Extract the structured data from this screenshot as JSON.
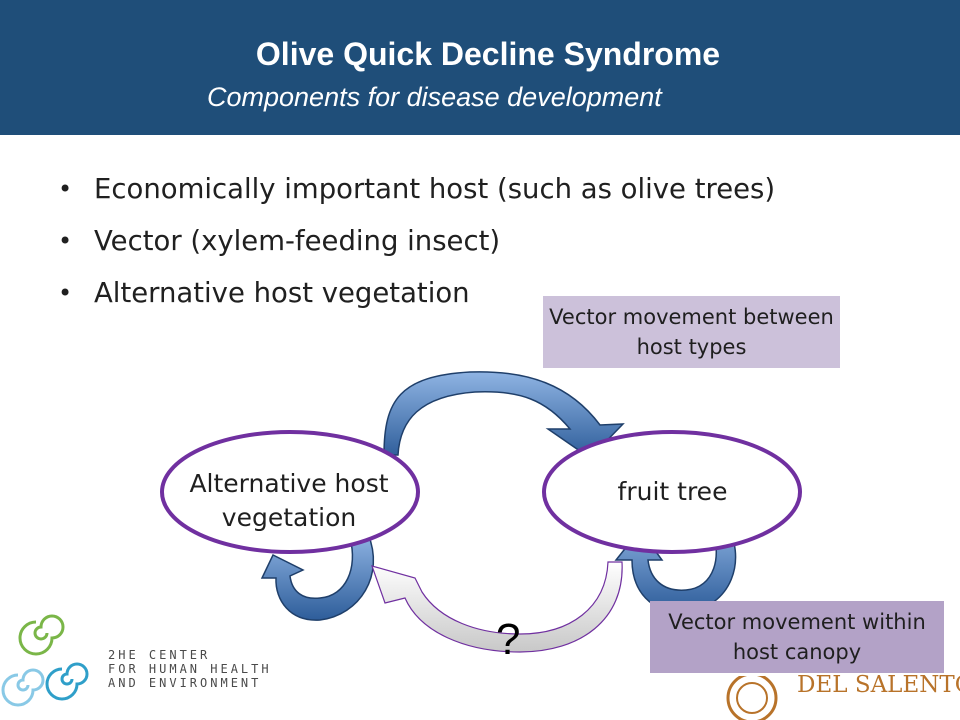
{
  "header": {
    "title": "Olive Quick Decline Syndrome",
    "subtitle": "Components for disease development"
  },
  "bullets": [
    "Economically important host (such as olive trees)",
    "Vector (xylem-feeding insect)",
    "Alternative host vegetation"
  ],
  "diagram": {
    "node_alternative": "Alternative host vegetation",
    "node_fruit": "fruit tree",
    "box_between": "Vector movement between host types",
    "box_within": "Vector movement within host canopy",
    "unknown_mark": "?"
  },
  "logos": {
    "center_name": "2HE Center for Human Health and Environment",
    "center_line1": "2HE CENTER",
    "center_line2": "FOR HUMAN HEALTH",
    "center_line3": "AND ENVIRONMENT",
    "university": "DEL SALENTO"
  },
  "colors": {
    "header_bg": "#1f4e79",
    "ellipse_stroke": "#7030a0",
    "arrow_fill": "#5b8cc8",
    "box_between_bg": "#ccc1da",
    "box_within_bg": "#b3a2c7"
  }
}
